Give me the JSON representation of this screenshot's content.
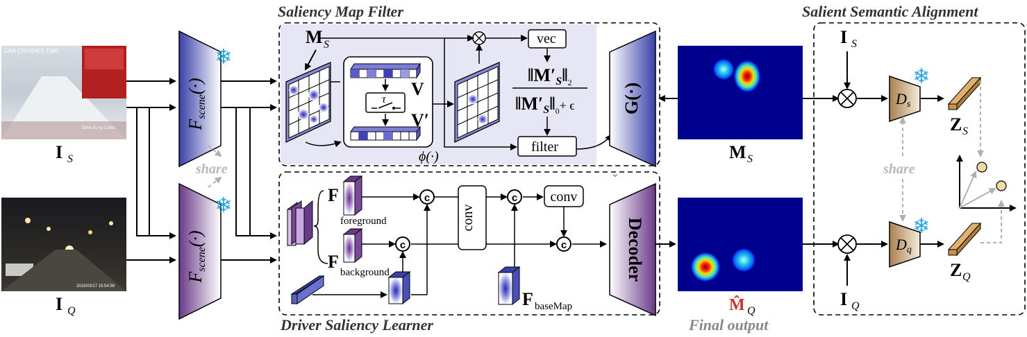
{
  "sections": {
    "saliency_map_filter": "Saliency Map Filter",
    "driver_saliency_learner": "Driver Saliency Learner",
    "salient_semantic_alignment": "Salient Semantic Alignment",
    "final_output": "Final output"
  },
  "images": {
    "source_label": "I",
    "source_sub": "S",
    "query_label": "I",
    "query_sub": "Q",
    "source_caption_top": "CAR CRASHES TIME",
    "source_caption_bottom": "Drive #1 by Cobra",
    "query_caption_bottom": "2015/03/17 15:54:58"
  },
  "encoders": {
    "name": "F",
    "sub": "scene",
    "arg": "(·)",
    "share": "share"
  },
  "filter": {
    "m_label": "M",
    "m_sub": "S",
    "v_label": "V",
    "v_prime_label": "V′",
    "tau_label": "τ",
    "vec_label": "vec",
    "filter_label": "filter",
    "phi_label": "ϕ(·)",
    "norm_num": "‖M′",
    "norm_num_sub": "S",
    "norm_num_tail": "‖",
    "norm_num_idx": "2",
    "norm_den": "‖M′",
    "norm_den_sub": "S",
    "norm_den_tail": "‖",
    "norm_den_idx": "0",
    "norm_den_eps": "+ ϵ",
    "g_label": "G(·)"
  },
  "learner": {
    "f_label": "F",
    "foreground": "foreground",
    "background": "background",
    "basemap": "baseMap",
    "conv1": "conv",
    "conv2": "conv",
    "concat": "c",
    "decoder": "Decoder"
  },
  "maps": {
    "ms_label": "M",
    "ms_sub": "S",
    "mq_label": "M̂",
    "mq_sub": "Q"
  },
  "alignment": {
    "is_label": "I",
    "is_sub": "S",
    "iq_label": "I",
    "iq_sub": "Q",
    "ds_label": "D",
    "ds_sub": "s",
    "dq_label": "D",
    "dq_sub": "q",
    "zs_label": "Z",
    "zs_sub": "S",
    "zq_label": "Z",
    "zq_sub": "Q",
    "share": "share"
  },
  "colors": {
    "encoder_blue": "#4a52b8",
    "encoder_purple": "#7a4a94",
    "decoder_brown": "#c09a6a",
    "filter_bg": "#e6e6f4",
    "heat_bg": "#00008f",
    "snow": "#2aa7e0"
  }
}
